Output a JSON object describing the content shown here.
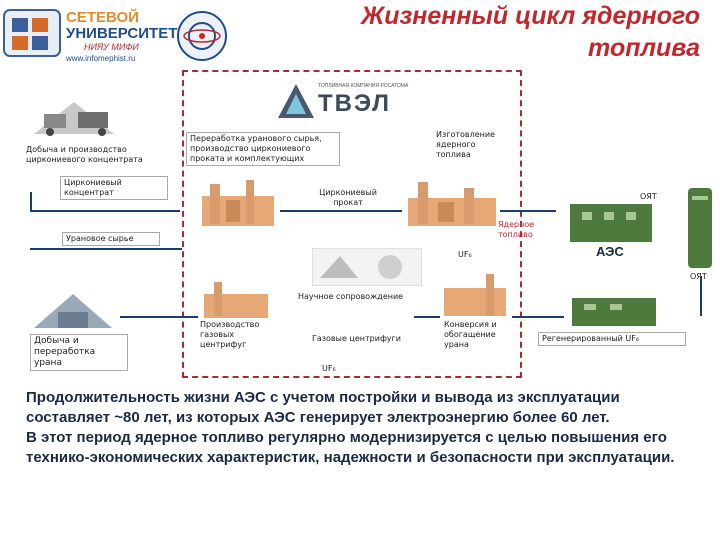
{
  "header": {
    "uni_line1": "СЕТЕВОЙ",
    "uni_line2": "УНИВЕРСИТЕТ",
    "uni_line3": "НИЯУ МИФИ",
    "uni_url": "www.infomephist.ru",
    "title_line1": "Жизненный цикл ядерного",
    "title_line2": "топлива"
  },
  "tvel": {
    "caption": "ТОПЛИВНАЯ КОМПАНИЯ РОСАТОМА",
    "name": "ТВЭЛ"
  },
  "labels": {
    "mining_zr": "Добыча и производство циркониевого концентрата",
    "processing": "Переработка уранового сырья, производство циркониевого проката и комплектующих",
    "fuel_fab": "Изготовление ядерного топлива",
    "zr_concentrate": "Циркониевый концентрат",
    "zr_product": "Циркониевый прокат",
    "uranium_raw": "Урановое сырье",
    "nuclear_fuel": "Ядерное топливо",
    "uf6_a": "UF₆",
    "snf_1": "ОЯТ",
    "snf_2": "ОЯТ",
    "aes": "АЭС",
    "sci_support": "Научное сопровождение",
    "mining_u": "Добыча и переработка урана",
    "centrifuge_prod": "Производство газовых центрифуг",
    "centrifuges": "Газовые центрифуги",
    "conversion": "Конверсия и обогащение урана",
    "regen_uf6": "Регенерированный UF₆",
    "uf6_b": "UF₆"
  },
  "body_text": {
    "p1": "Продолжительность жизни АЭС с учетом постройки и вывода из эксплуатации составляет ~80 лет, из которых АЭС генерирует электроэнергию более 60 лет.",
    "p2": "В этот период ядерное топливо регулярно модернизируется с целью повышения его технико-экономических характеристик, надежности и безопасности при эксплуатации."
  },
  "colors": {
    "title_red": "#c0282d",
    "arrow": "#1a3f66",
    "frame": "#a03030",
    "factory": "#e7a877",
    "plant_green": "#4f7a3e"
  }
}
